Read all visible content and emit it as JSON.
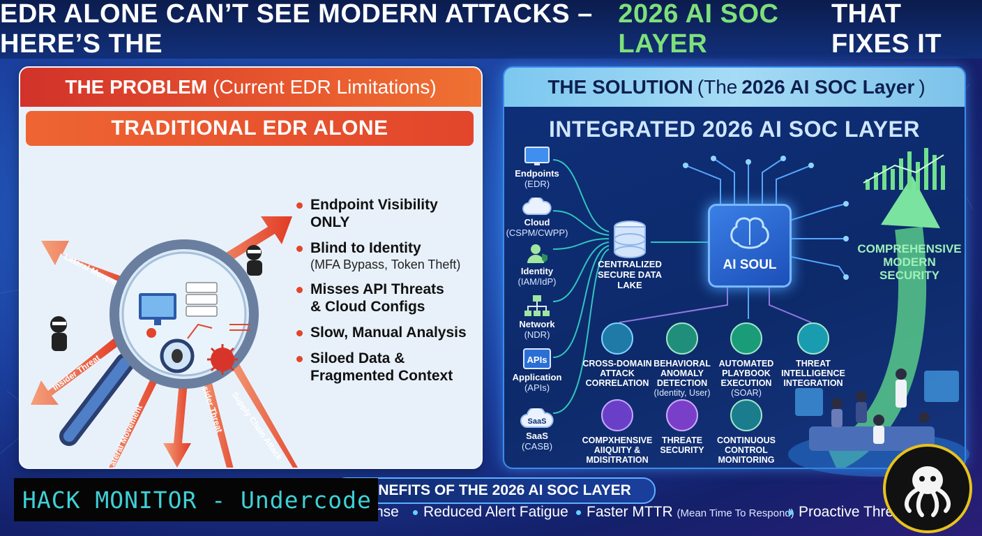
{
  "title": {
    "before": "EDR ALONE CAN’T SEE MODERN ATTACKS – HERE’S THE",
    "highlight": "2026 AI SOC LAYER",
    "after": "THAT FIXES IT",
    "highlight_color": "#7ee07a"
  },
  "problem": {
    "heading_bold": "THE PROBLEM",
    "heading_rest": "(Current EDR Limitations)",
    "subheading": "TRADITIONAL EDR ALONE",
    "accent_color": "#e2452b",
    "arrow_labels": [
      "Lateral Movement",
      "Insider Threat",
      "Lateral Movement",
      "Insider Threat",
      "Supply Chain Attack"
    ],
    "bullets": [
      {
        "main": "Endpoint Visibility ONLY",
        "sub": ""
      },
      {
        "main": "Blind to Identity",
        "sub": "(MFA Bypass, Token Theft)"
      },
      {
        "main": "Misses API Threats",
        "sub": "& Cloud Configs",
        "sub_bold": true
      },
      {
        "main": "Slow, Manual Analysis",
        "sub": ""
      },
      {
        "main": "Siloed Data &",
        "sub": "Fragmented Context",
        "sub_bold": true
      }
    ]
  },
  "solution": {
    "heading_bold_1": "THE SOLUTION",
    "heading_open": "(The",
    "heading_bold_2": "2026 AI SOC Layer",
    "heading_close": ")",
    "subheading": "INTEGRATED 2026 AI SOC LAYER",
    "sources": [
      {
        "label": "Endpoints",
        "sub": "(EDR)",
        "icon": "monitor-icon"
      },
      {
        "label": "Cloud",
        "sub": "(CSPM/CWPP)",
        "icon": "cloud-icon"
      },
      {
        "label": "Identity",
        "sub": "(IAM/IdP)",
        "icon": "user-shield-icon"
      },
      {
        "label": "Network",
        "sub": "(NDR)",
        "icon": "network-icon"
      },
      {
        "label": "Application",
        "sub": "(APIs)",
        "icon": "api-icon",
        "icon_text": "APIs"
      },
      {
        "label": "SaaS",
        "sub": "(CASB)",
        "icon": "saas-cloud-icon",
        "icon_text": "SaaS"
      }
    ],
    "data_lake": "CENTRALIZED SECURE DATA LAKE",
    "chip_label": "AI SOUL",
    "features": [
      {
        "label": "CROSS-DOMAIN ATTACK CORRELATION",
        "sub": "",
        "icon": "correlation-icon"
      },
      {
        "label": "BEHAVIORAL ANOMALY DETECTION",
        "sub": "(Identity, User)",
        "icon": "brain-head-icon"
      },
      {
        "label": "AUTOMATED PLAYBOOK EXECUTION",
        "sub": "(SOAR)",
        "icon": "playbook-icon"
      },
      {
        "label": "THREAT INTELLIGENCE INTEGRATION",
        "sub": "",
        "icon": "globe-icon"
      },
      {
        "label": "COMPXHENSIVE AIIQUITY & MDISITRATION",
        "sub": "",
        "icon": "lock-shield-icon"
      },
      {
        "label": "THREATE SECURITY",
        "sub": "",
        "icon": "gear-shield-icon"
      },
      {
        "label": "CONTINUOUS CONTROL MONITORING",
        "sub": "",
        "icon": "gauge-icon"
      }
    ],
    "comprehensive": "COMPREHENSIVE MODERN SECURITY",
    "accent_color": "#3b8cf0"
  },
  "benefits": {
    "title": "BENEFITS OF THE 2026 AI SOC LAYER",
    "items": [
      {
        "text": "nse",
        "small": ""
      },
      {
        "text": "Reduced Alert Fatigue",
        "small": ""
      },
      {
        "text": "Faster MTTR",
        "small": "(Mean Time To Respond)"
      },
      {
        "text": "Proactive Threat",
        "small": ""
      }
    ]
  },
  "watermark": "HACK MONITOR - Undercode"
}
